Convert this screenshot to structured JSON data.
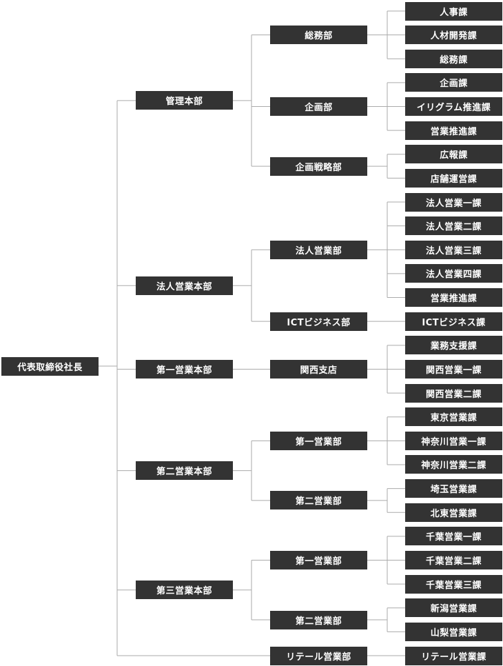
{
  "colors": {
    "box_fill": "#333333",
    "box_text": "#ffffff",
    "line": "#aaaaaa",
    "background": "#ffffff"
  },
  "root": {
    "label": "代表取締役社長",
    "children": [
      {
        "label": "管理本部",
        "children": [
          {
            "label": "総務部",
            "children": [
              {
                "label": "人事課"
              },
              {
                "label": "人材開発課"
              },
              {
                "label": "総務課"
              }
            ]
          },
          {
            "label": "企画部",
            "children": [
              {
                "label": "企画課"
              },
              {
                "label": "イリグラム推進課"
              },
              {
                "label": "営業推進課"
              }
            ]
          },
          {
            "label": "企画戦略部",
            "children": [
              {
                "label": "広報課"
              },
              {
                "label": "店舗運営課"
              }
            ]
          }
        ]
      },
      {
        "label": "法人営業本部",
        "children": [
          {
            "label": "法人営業部",
            "children": [
              {
                "label": "法人営業一課"
              },
              {
                "label": "法人営業二課"
              },
              {
                "label": "法人営業三課"
              },
              {
                "label": "法人営業四課"
              },
              {
                "label": "営業推進課"
              }
            ]
          },
          {
            "label": "ICTビジネス部",
            "children": [
              {
                "label": "ICTビジネス課"
              }
            ]
          }
        ]
      },
      {
        "label": "第一営業本部",
        "children": [
          {
            "label": "関西支店",
            "children": [
              {
                "label": "業務支援課"
              },
              {
                "label": "関西営業一課"
              },
              {
                "label": "関西営業二課"
              }
            ]
          }
        ]
      },
      {
        "label": "第二営業本部",
        "children": [
          {
            "label": "第一営業部",
            "children": [
              {
                "label": "東京営業課"
              },
              {
                "label": "神奈川営業一課"
              },
              {
                "label": "神奈川営業二課"
              }
            ]
          },
          {
            "label": "第二営業部",
            "children": [
              {
                "label": "埼玉営業課"
              },
              {
                "label": "北東営業課"
              }
            ]
          }
        ]
      },
      {
        "label": "第三営業本部",
        "children": [
          {
            "label": "第一営業部",
            "children": [
              {
                "label": "千葉営業一課"
              },
              {
                "label": "千葉営業二課"
              },
              {
                "label": "千葉営業三課"
              }
            ]
          },
          {
            "label": "第二営業部",
            "children": [
              {
                "label": "新潟営業課"
              },
              {
                "label": "山梨営業課"
              }
            ]
          }
        ]
      },
      {
        "label": "リテール営業部",
        "direct_department": true,
        "children": [
          {
            "label": "リテール営業課"
          }
        ]
      }
    ]
  }
}
